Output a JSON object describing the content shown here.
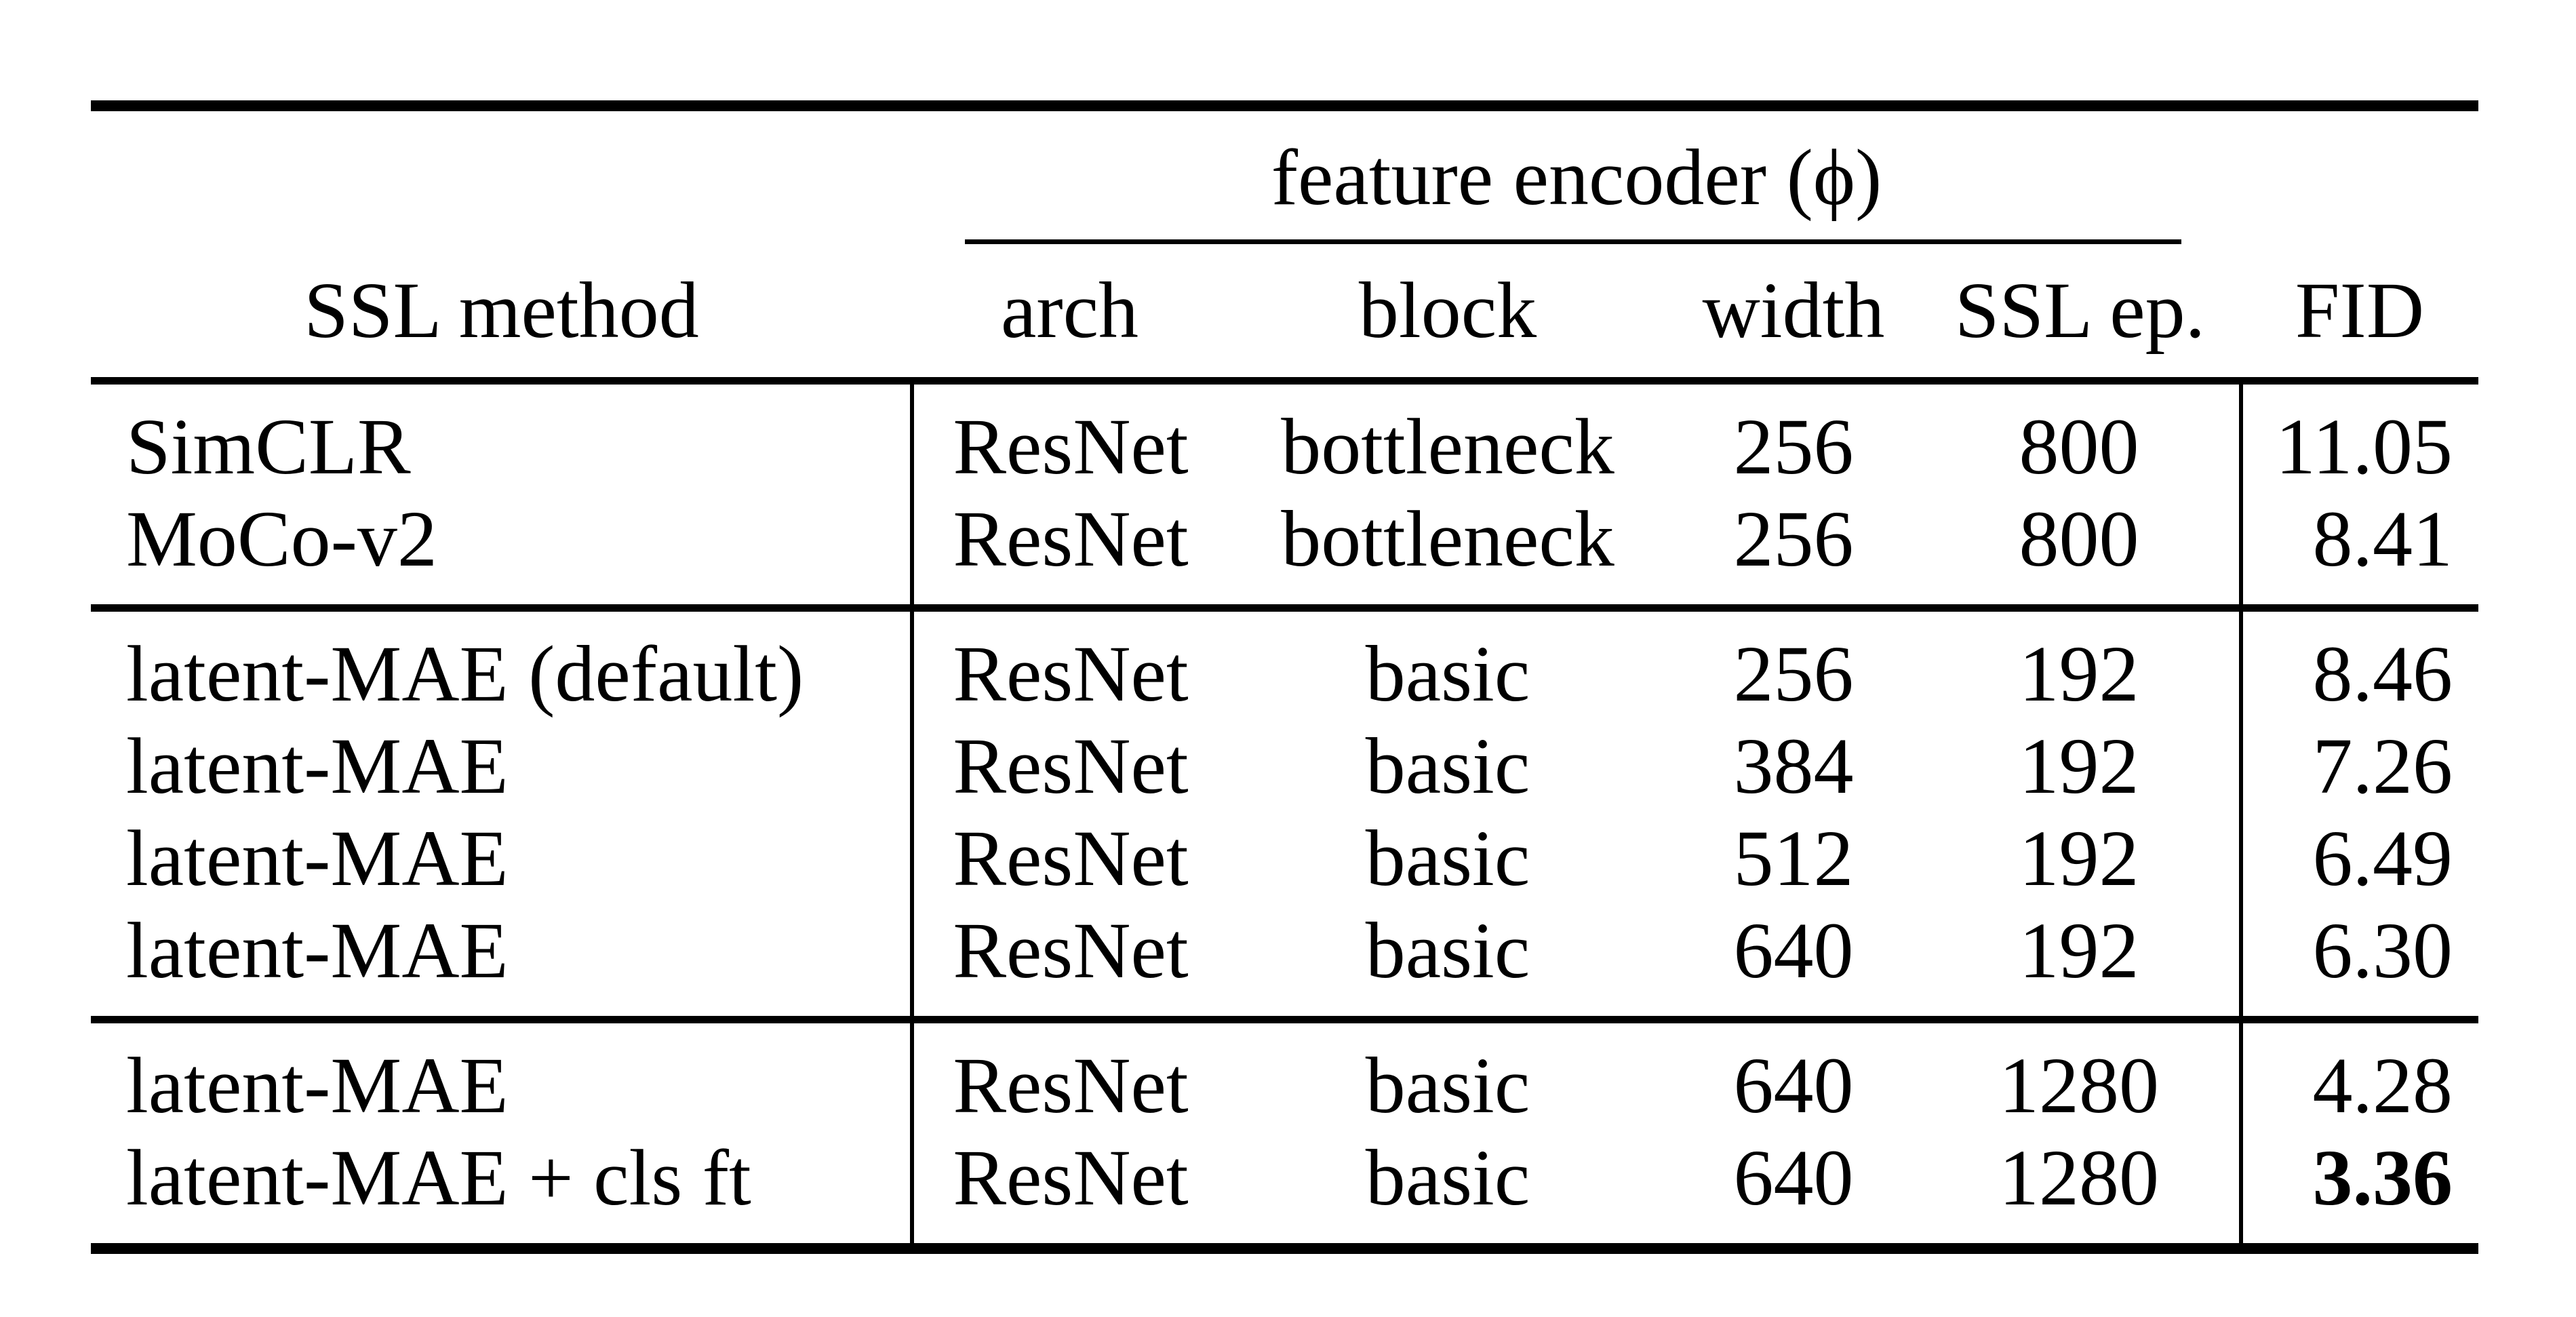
{
  "page": {
    "background_color": "#ffffff",
    "text_color": "#000000"
  },
  "table": {
    "span_header": "feature encoder (ϕ)",
    "columns": {
      "method": "SSL method",
      "arch": "arch",
      "block": "block",
      "width": "width",
      "ssl_ep": "SSL ep.",
      "fid": "FID"
    },
    "groups": [
      {
        "rows": [
          {
            "method": "SimCLR",
            "arch": "ResNet",
            "block": "bottleneck",
            "width": "256",
            "ssl_ep": "800",
            "fid": "11.05",
            "fid_bold": false
          },
          {
            "method": "MoCo-v2",
            "arch": "ResNet",
            "block": "bottleneck",
            "width": "256",
            "ssl_ep": "800",
            "fid": "8.41",
            "fid_bold": false
          }
        ]
      },
      {
        "rows": [
          {
            "method": "latent-MAE (default)",
            "arch": "ResNet",
            "block": "basic",
            "width": "256",
            "ssl_ep": "192",
            "fid": "8.46",
            "fid_bold": false
          },
          {
            "method": "latent-MAE",
            "arch": "ResNet",
            "block": "basic",
            "width": "384",
            "ssl_ep": "192",
            "fid": "7.26",
            "fid_bold": false
          },
          {
            "method": "latent-MAE",
            "arch": "ResNet",
            "block": "basic",
            "width": "512",
            "ssl_ep": "192",
            "fid": "6.49",
            "fid_bold": false
          },
          {
            "method": "latent-MAE",
            "arch": "ResNet",
            "block": "basic",
            "width": "640",
            "ssl_ep": "192",
            "fid": "6.30",
            "fid_bold": false
          }
        ]
      },
      {
        "rows": [
          {
            "method": "latent-MAE",
            "arch": "ResNet",
            "block": "basic",
            "width": "640",
            "ssl_ep": "1280",
            "fid": "4.28",
            "fid_bold": false
          },
          {
            "method": "latent-MAE + cls ft",
            "arch": "ResNet",
            "block": "basic",
            "width": "640",
            "ssl_ep": "1280",
            "fid": "3.36",
            "fid_bold": true
          }
        ]
      }
    ]
  }
}
